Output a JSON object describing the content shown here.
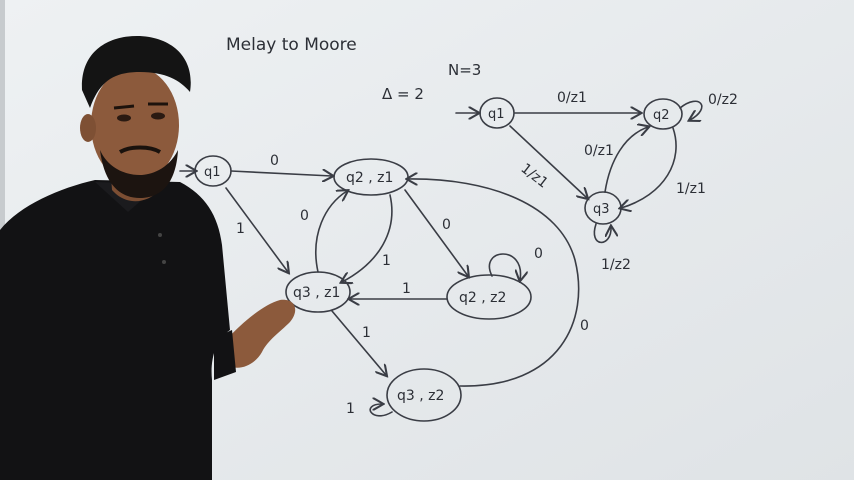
{
  "board": {
    "title": "Melay to Moore",
    "n_label": "N=3",
    "delta_label": "Δ = 2"
  },
  "mealy": {
    "states": [
      "q1",
      "q2",
      "q3"
    ],
    "transitions": [
      {
        "label": "0/z1"
      },
      {
        "label": "0/z2"
      },
      {
        "label": "1/z1"
      },
      {
        "label": "0/z1"
      },
      {
        "label": "1/z1"
      },
      {
        "label": "1/z2"
      }
    ]
  },
  "moore": {
    "states": [
      "q1",
      "q2 , z1",
      "q3 , z1",
      "q2 , z2",
      "q3 , z2"
    ],
    "edge_labels": [
      "0",
      "1",
      "0",
      "1",
      "0",
      "1",
      "0",
      "1",
      "1",
      "0"
    ]
  },
  "colors": {
    "board": "#e7ebee",
    "ink": "#3a3d45",
    "shirt": "#121214",
    "skin": "#8c5a3c",
    "hair": "#141414"
  }
}
